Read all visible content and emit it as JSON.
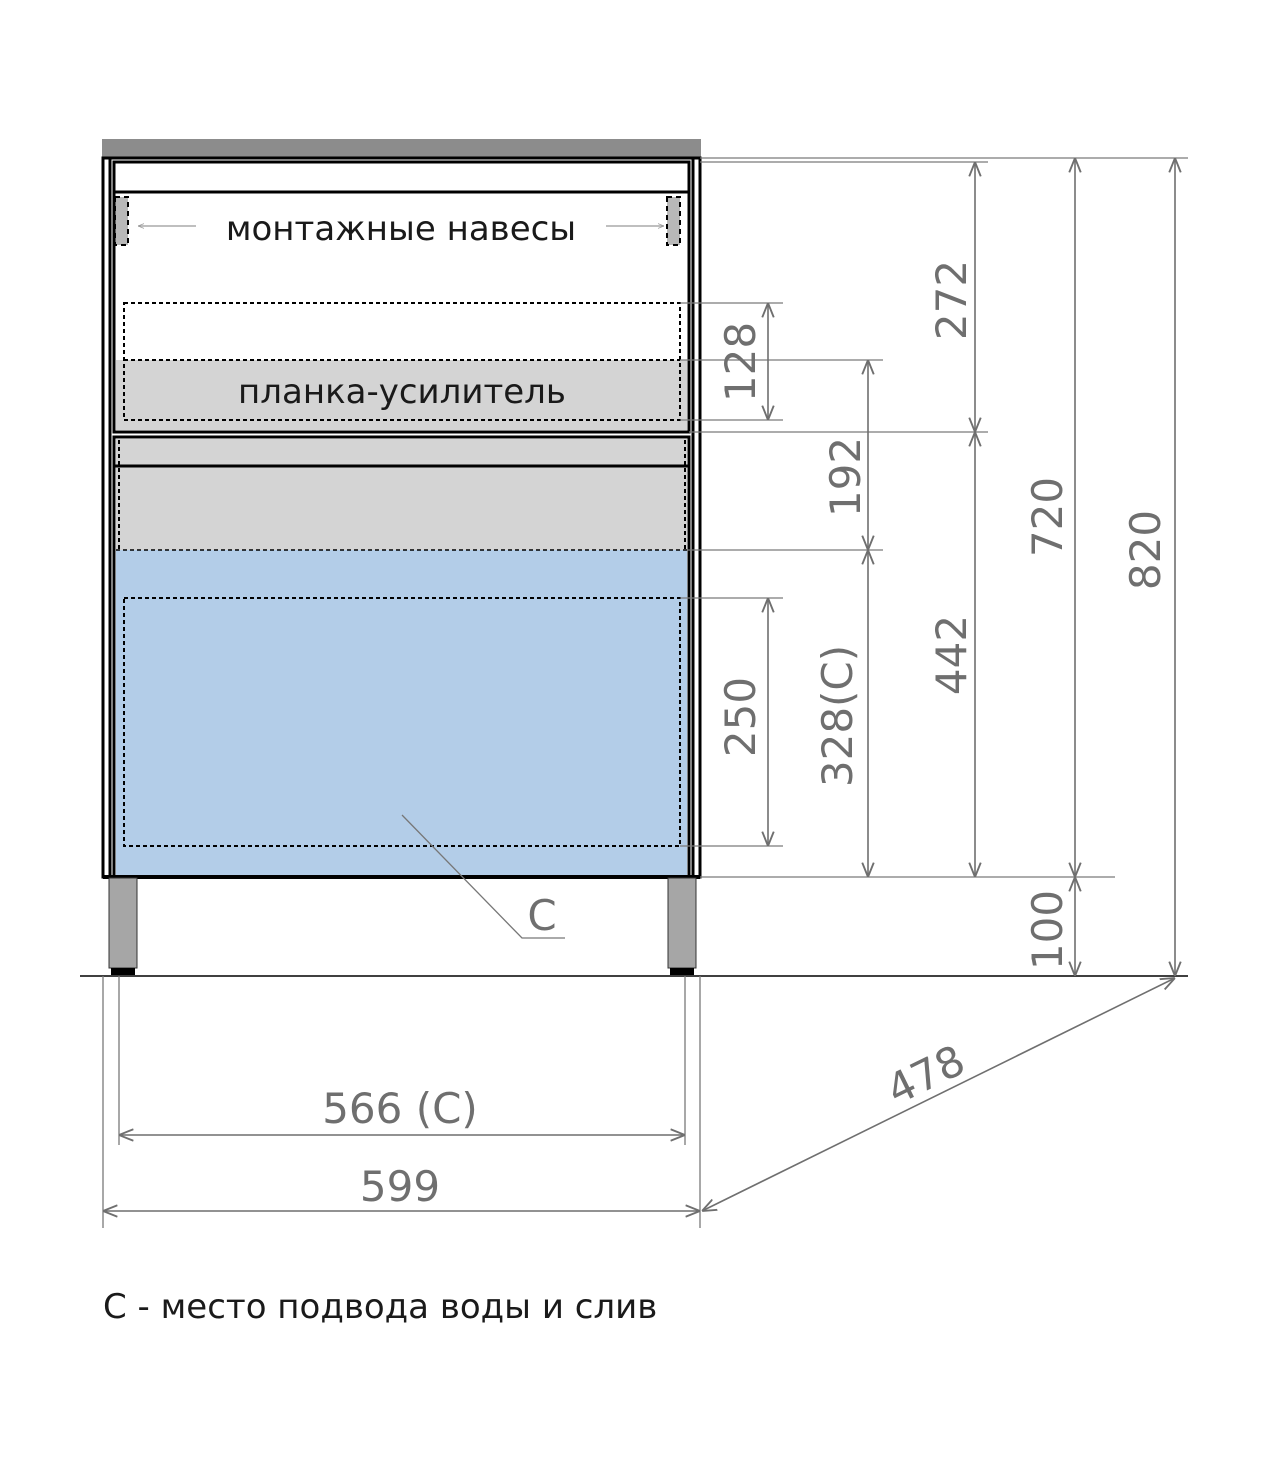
{
  "labels": {
    "hinges": "монтажные навесы",
    "reinforcement_bar": "планка-усилитель",
    "c_marker": "C",
    "caption": "C - место подвода воды и слив"
  },
  "dimensions": {
    "d128": "128",
    "d192": "192",
    "d328": "328(C)",
    "d250": "250",
    "d272": "272",
    "d442": "442",
    "d720": "720",
    "d100": "100",
    "d820": "820",
    "d566": "566 (C)",
    "d599": "599",
    "d478": "478"
  },
  "colors": {
    "countertop": "#8c8c8c",
    "drawer_gray": "#d4d4d4",
    "water_zone": "#b3cde8",
    "legs": "#a6a6a6",
    "dimension": "#6f6f6f"
  }
}
